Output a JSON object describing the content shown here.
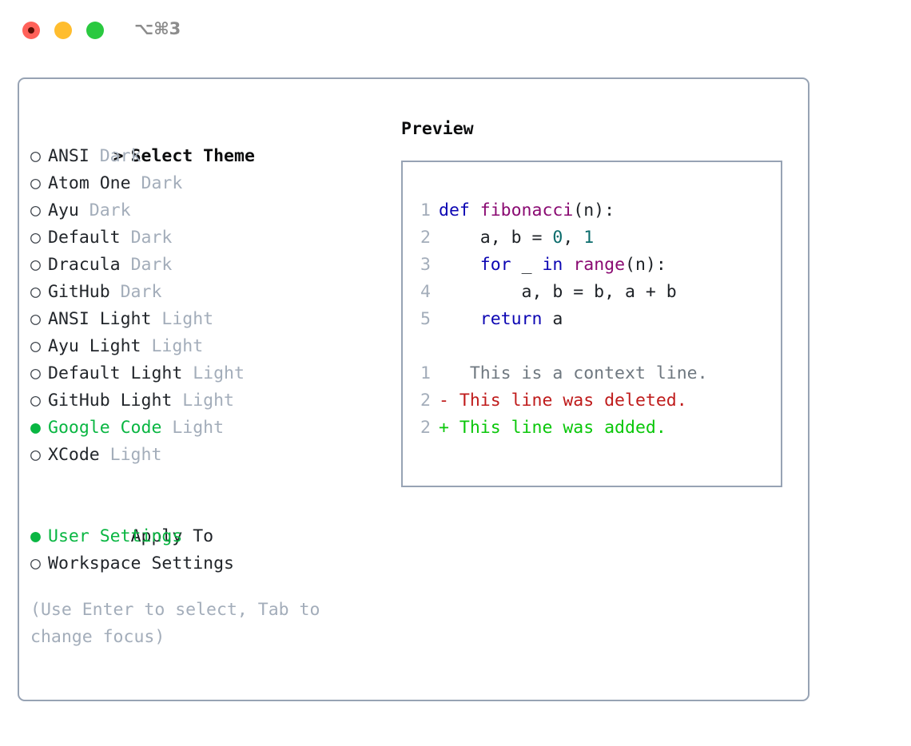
{
  "window": {
    "title_shortcut": "⌥⌘3",
    "traffic_lights": [
      {
        "name": "close",
        "color": "#ff6159"
      },
      {
        "name": "minimize",
        "color": "#ffbd2e"
      },
      {
        "name": "maximize",
        "color": "#2ac940"
      }
    ]
  },
  "theme_picker": {
    "header": "Select Theme",
    "caret": ">",
    "bullet_selected": "●",
    "bullet_unselected": "○",
    "items": [
      {
        "label": "ANSI",
        "variant": "Dark",
        "selected": false
      },
      {
        "label": "Atom One",
        "variant": "Dark",
        "selected": false
      },
      {
        "label": "Ayu",
        "variant": "Dark",
        "selected": false
      },
      {
        "label": "Default",
        "variant": "Dark",
        "selected": false
      },
      {
        "label": "Dracula",
        "variant": "Dark",
        "selected": false
      },
      {
        "label": "GitHub",
        "variant": "Dark",
        "selected": false
      },
      {
        "label": "ANSI Light",
        "variant": "Light",
        "selected": false
      },
      {
        "label": "Ayu Light",
        "variant": "Light",
        "selected": false
      },
      {
        "label": "Default Light",
        "variant": "Light",
        "selected": false
      },
      {
        "label": "GitHub Light",
        "variant": "Light",
        "selected": false
      },
      {
        "label": "Google Code",
        "variant": "Light",
        "selected": true
      },
      {
        "label": "XCode",
        "variant": "Light",
        "selected": false
      }
    ]
  },
  "apply_to": {
    "header": "Apply To",
    "items": [
      {
        "label": "User Settings",
        "selected": true
      },
      {
        "label": "Workspace Settings",
        "selected": false
      }
    ]
  },
  "hint": "(Use Enter to select, Tab to change focus)",
  "preview": {
    "title": "Preview",
    "code_lines": [
      {
        "num": "1",
        "tokens": [
          {
            "t": "def ",
            "c": "kw"
          },
          {
            "t": "fibonacci",
            "c": "fn"
          },
          {
            "t": "(n):",
            "c": "pln"
          }
        ]
      },
      {
        "num": "2",
        "tokens": [
          {
            "t": "    a, b = ",
            "c": "pln"
          },
          {
            "t": "0",
            "c": "num"
          },
          {
            "t": ", ",
            "c": "pln"
          },
          {
            "t": "1",
            "c": "num"
          }
        ]
      },
      {
        "num": "3",
        "tokens": [
          {
            "t": "    ",
            "c": "pln"
          },
          {
            "t": "for",
            "c": "kw"
          },
          {
            "t": " _ ",
            "c": "pln"
          },
          {
            "t": "in",
            "c": "kw"
          },
          {
            "t": " ",
            "c": "pln"
          },
          {
            "t": "range",
            "c": "fn"
          },
          {
            "t": "(n):",
            "c": "pln"
          }
        ]
      },
      {
        "num": "4",
        "tokens": [
          {
            "t": "        a, b = b, a + b",
            "c": "pln"
          }
        ]
      },
      {
        "num": "5",
        "tokens": [
          {
            "t": "    ",
            "c": "pln"
          },
          {
            "t": "return",
            "c": "kw"
          },
          {
            "t": " a",
            "c": "pln"
          }
        ]
      }
    ],
    "diff_lines": [
      {
        "num": "1",
        "marker": " ",
        "text": "  This is a context line.",
        "kind": "ctx"
      },
      {
        "num": "2",
        "marker": "-",
        "text": " This line was deleted.",
        "kind": "del"
      },
      {
        "num": "2",
        "marker": "+",
        "text": " This line was added.",
        "kind": "add"
      }
    ]
  },
  "colors": {
    "accent_green": "#09b642",
    "muted": "#a3adba",
    "border": "#97a3b4",
    "keyword": "#0c06b3",
    "function": "#8a0a72",
    "number": "#0b6c6c",
    "diff_deleted": "#bf1b1b",
    "diff_added": "#0ac70a",
    "context": "#6f7880"
  }
}
